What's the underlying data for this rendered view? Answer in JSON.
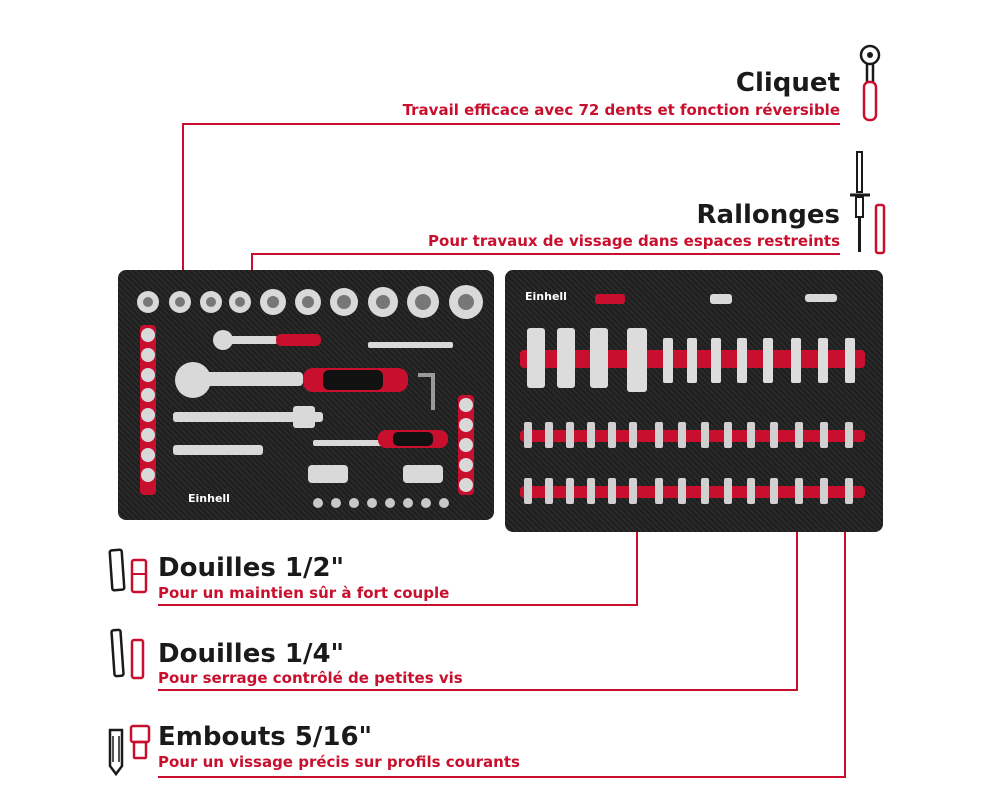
{
  "labels": {
    "cliquet": {
      "title": "Cliquet",
      "subtitle": "Travail efficace avec 72 dents et fonction réversible"
    },
    "rallonges": {
      "title": "Rallonges",
      "subtitle": "Pour travaux de vissage dans espaces restreints"
    },
    "douilles_half": {
      "title": "Douilles 1/2\"",
      "subtitle": "Pour un maintien sûr à fort couple"
    },
    "douilles_quarter": {
      "title": "Douilles 1/4\"",
      "subtitle": "Pour serrage contrôlé de petites vis"
    },
    "embouts": {
      "title": "Embouts 5/16\"",
      "subtitle": "Pour un vissage précis sur profils courants"
    }
  },
  "brand": "Einhell",
  "colors": {
    "accent": "#c8102e",
    "text": "#1a1a1a",
    "tray": "#242424",
    "chrome": "#d9d9d9"
  },
  "icons": [
    "ratchet-icon",
    "extension-icon",
    "socket-half-icon",
    "socket-quarter-icon",
    "bit-icon"
  ]
}
